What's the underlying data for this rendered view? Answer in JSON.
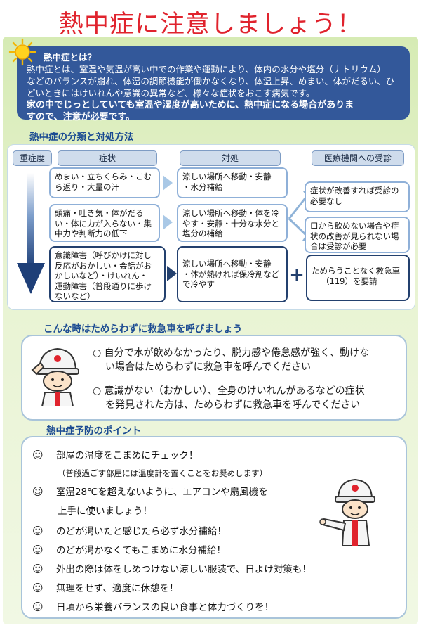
{
  "title": "熱中症に注意しましょう！",
  "intro": {
    "heading": "熱中症とは？",
    "line1": "熱中症とは、室温や気温が高い中での作業や運動により、体内の水分や塩分（ナトリウム）",
    "line2": "などのバランスが崩れ、体温の調節機能が働かなくなり、体温上昇、めまい、体がだるい、ひ",
    "line3": "どいときにはけいれんや意識の異常など、様々な症状をおこす病気です。",
    "emphasis1": "家の中でじっとしていても室温や湿度が高いために、熱中症になる場合がありま",
    "emphasis2": "すので、注意が必要です。"
  },
  "classification": {
    "section_title": "熱中症の分類と対処方法",
    "headers": {
      "severity": "重症度",
      "symptoms": "症状",
      "treatment": "対処",
      "medical": "医療機関への受診"
    },
    "levels": [
      {
        "symptoms": [
          "めまい・立ちくらみ・こむ",
          "ら返り・大量の汗"
        ],
        "treatment": [
          "涼しい場所へ移動・安静",
          "・水分補給"
        ]
      },
      {
        "symptoms": [
          "頭痛・吐き気・体がだる",
          "い・体に力が入らない・集",
          "中力や判断力の低下"
        ],
        "treatment": [
          "涼しい場所へ移動・体を冷",
          "やす・安静・十分な水分と",
          "塩分の補給"
        ]
      },
      {
        "symptoms": [
          "意識障害（呼びかけに対し",
          "反応がおかしい・会話がお",
          "かしいなど）・けいれん・",
          "運動障害（普段通りに歩け",
          "ないなど）"
        ],
        "treatment": [
          "涼しい場所へ移動・安静",
          "・体が熱ければ保冷剤など",
          "で冷やす"
        ]
      }
    ],
    "medical": {
      "improve": [
        "症状が改善すれば受診の",
        "必要なし"
      ],
      "no_improve": [
        "口から飲めない場合や症",
        "状の改善が見られない場",
        "合は受診が必要"
      ],
      "emergency": [
        "ためらうことなく救急車",
        "（119）を要請"
      ]
    },
    "plus": "+"
  },
  "ambulance": {
    "section_title": "こんな時はためらわずに救急車を呼びましょう",
    "items": [
      {
        "bullet": "○",
        "line1": "自分で水が飲めなかったり、脱力感や倦怠感が強く、動けな",
        "line2": "い場合はためらわずに救急車を呼んでください"
      },
      {
        "bullet": "○",
        "line1": "意識がない（おかしい）、全身のけいれんがあるなどの症状",
        "line2": "を発見された方は、ためらわずに救急車を呼んでください"
      }
    ]
  },
  "prevention": {
    "section_title": "熱中症予防のポイント",
    "icon": "☺",
    "items": [
      {
        "text": "部屋の温度をこまめにチェック！",
        "note": "（普段過ごす部屋には温度計を置くことをお奨めします）"
      },
      {
        "text": "室温28℃を超えないように、エアコンや扇風機を",
        "cont": "上手に使いましょう！"
      },
      {
        "text": "のどが渇いたと感じたら必ず水分補給！"
      },
      {
        "text": "のどが渇かなくてもこまめに水分補給！"
      },
      {
        "text": "外出の際は体をしめつけない涼しい服装で、日よけ対策も！"
      },
      {
        "text": "無理をせず、適度に休憩を！"
      },
      {
        "text": "日頃から栄養バランスの良い食事と体力づくりを！"
      }
    ]
  },
  "colors": {
    "title": "#e0232d",
    "intro_bg": "#33589a",
    "section": "#1b4b92",
    "panel": "#d6ebb4"
  }
}
